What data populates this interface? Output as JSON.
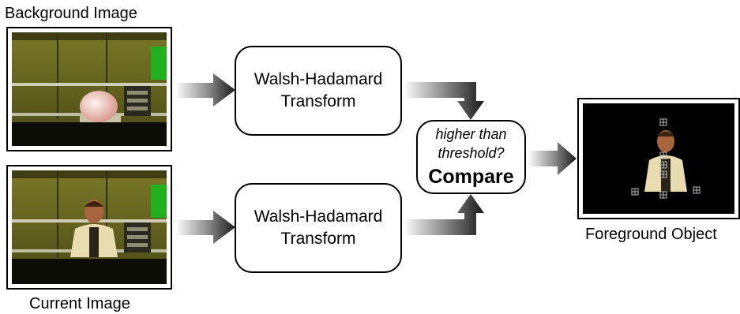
{
  "labels": {
    "background_image": "Background Image",
    "current_image": "Current Image",
    "foreground_object": "Foreground Object"
  },
  "boxes": {
    "transform_top": {
      "line1": "Walsh-Hadamard",
      "line2": "Transform"
    },
    "transform_bottom": {
      "line1": "Walsh-Hadamard",
      "line2": "Transform"
    },
    "compare": {
      "question_line1": "higher than",
      "question_line2": "threshold?",
      "title": "Compare"
    }
  },
  "colors": {
    "line": "#000000",
    "arrow_dark": "#1a1a1a",
    "arrow_light": "#ffffff",
    "scene_floor": "#0d0d08",
    "scene_wall": "#6b6a1e",
    "scene_green": "#23b01e",
    "person_jacket": "#e8dcb0"
  }
}
